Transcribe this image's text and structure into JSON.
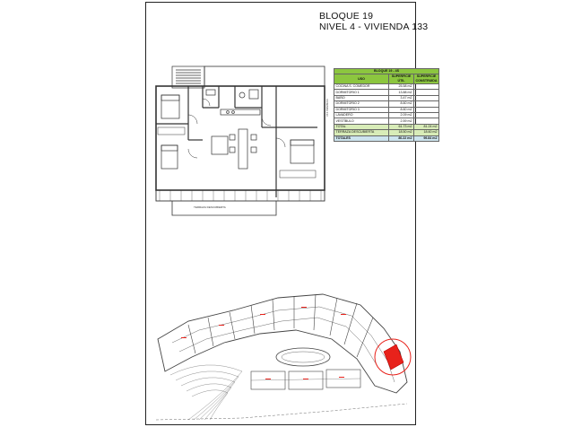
{
  "header": {
    "line1": "BLOQUE 19",
    "line2": "NIVEL 4 - VIVIENDA 133"
  },
  "areas_table": {
    "title": "BLOQUE 19 - 4S",
    "columns": [
      "USO",
      "SUPERFICIE ÚTIL",
      "SUPERFICIE CONSTRUIDA"
    ],
    "rows": [
      {
        "uso": "COCINA S. COMEDOR",
        "util": "25.58 m2",
        "construida": ""
      },
      {
        "uso": "DORMITORIO 1",
        "util": "13.88 m2",
        "construida": ""
      },
      {
        "uso": "BAÑO",
        "util": "3.47 m2",
        "construida": ""
      },
      {
        "uso": "DORMITORIO 2",
        "util": "8.60 m2",
        "construida": ""
      },
      {
        "uso": "DORMITORIO 3",
        "util": "8.60 m2",
        "construida": ""
      },
      {
        "uso": "LAVADERO",
        "util": "2.09 m2",
        "construida": ""
      },
      {
        "uso": "VESTÍBULO",
        "util": "2.59 m2",
        "construida": ""
      }
    ],
    "subtotal": {
      "uso": "TOTAL",
      "util": "61.73 m2",
      "construida": "81.24 m2"
    },
    "terrace": {
      "uso": "TERRAZA DESCUBIERTA",
      "util": "18.50 m2",
      "construida": "18.60 m2"
    },
    "total": {
      "uso": "TOTALES",
      "util": "80.22 m2",
      "construida": "99.84 m2"
    }
  },
  "plan_labels": {
    "terrace_note": "TERRAZA DESCUBIERTA",
    "side_label": "VIVIENDA 133"
  },
  "colors": {
    "table_header": "#8cc63f",
    "highlight": "#e8221b",
    "line": "#333333"
  }
}
